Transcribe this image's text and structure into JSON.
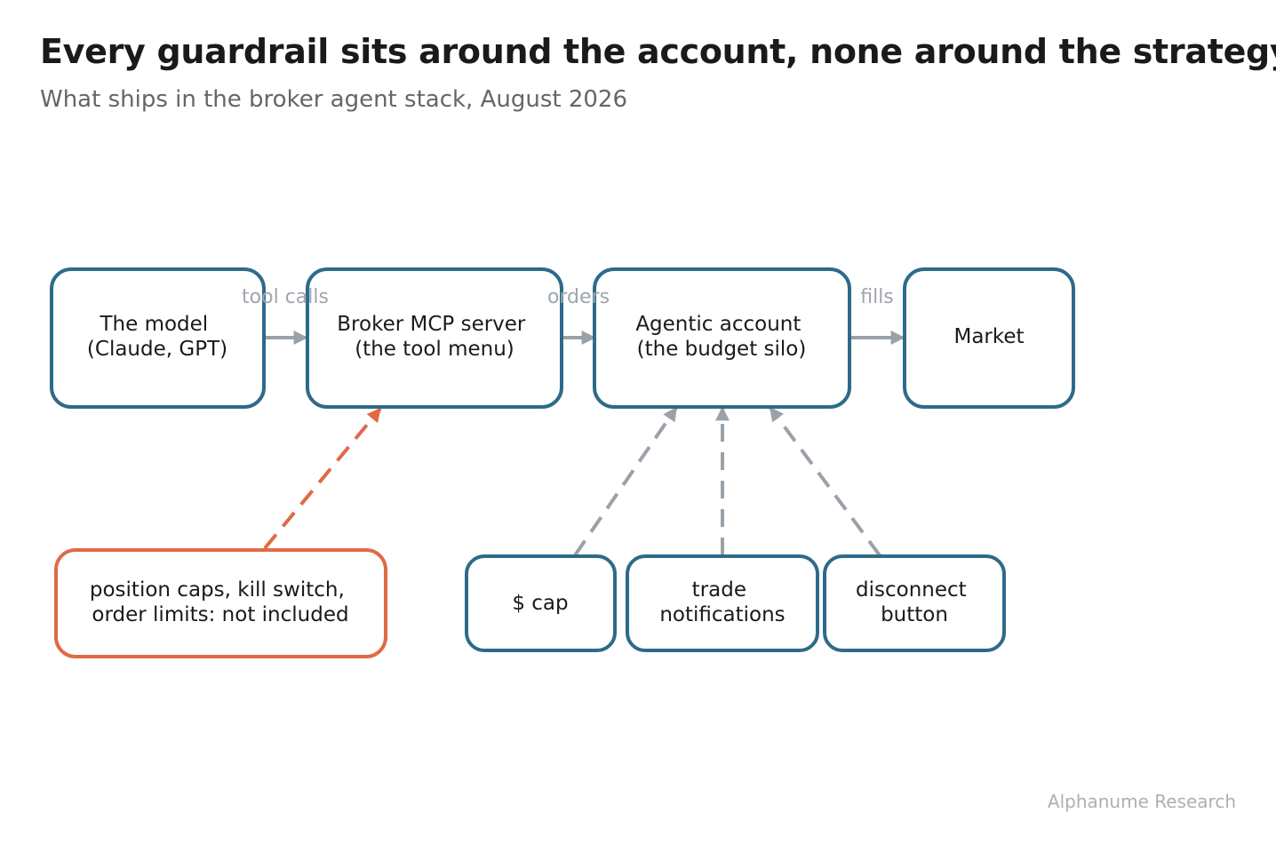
{
  "title": "Every guardrail sits around the account, none around the strategy",
  "subtitle": "What ships in the broker agent stack, August 2026",
  "colors": {
    "box_stroke": "#2e6a8a",
    "warning_stroke": "#e06a47",
    "arrow_gray": "#9aa1a9",
    "label_gray": "#a0a6ad",
    "text": "#1a1a1a"
  },
  "nodes": {
    "model": [
      "The model",
      "(Claude, GPT)"
    ],
    "broker": [
      "Broker MCP server",
      "(the tool menu)"
    ],
    "account": [
      "Agentic account",
      "(the budget silo)"
    ],
    "market": [
      "Market"
    ],
    "missing": [
      "position caps, kill switch,",
      "order limits: not included"
    ],
    "cap": [
      "$ cap"
    ],
    "notifications": [
      "trade",
      "notifications"
    ],
    "disconnect": [
      "disconnect",
      "button"
    ]
  },
  "edges": {
    "model_to_broker": "tool calls",
    "broker_to_account": "orders",
    "account_to_market": "fills"
  },
  "credit": "Alphanume Research"
}
